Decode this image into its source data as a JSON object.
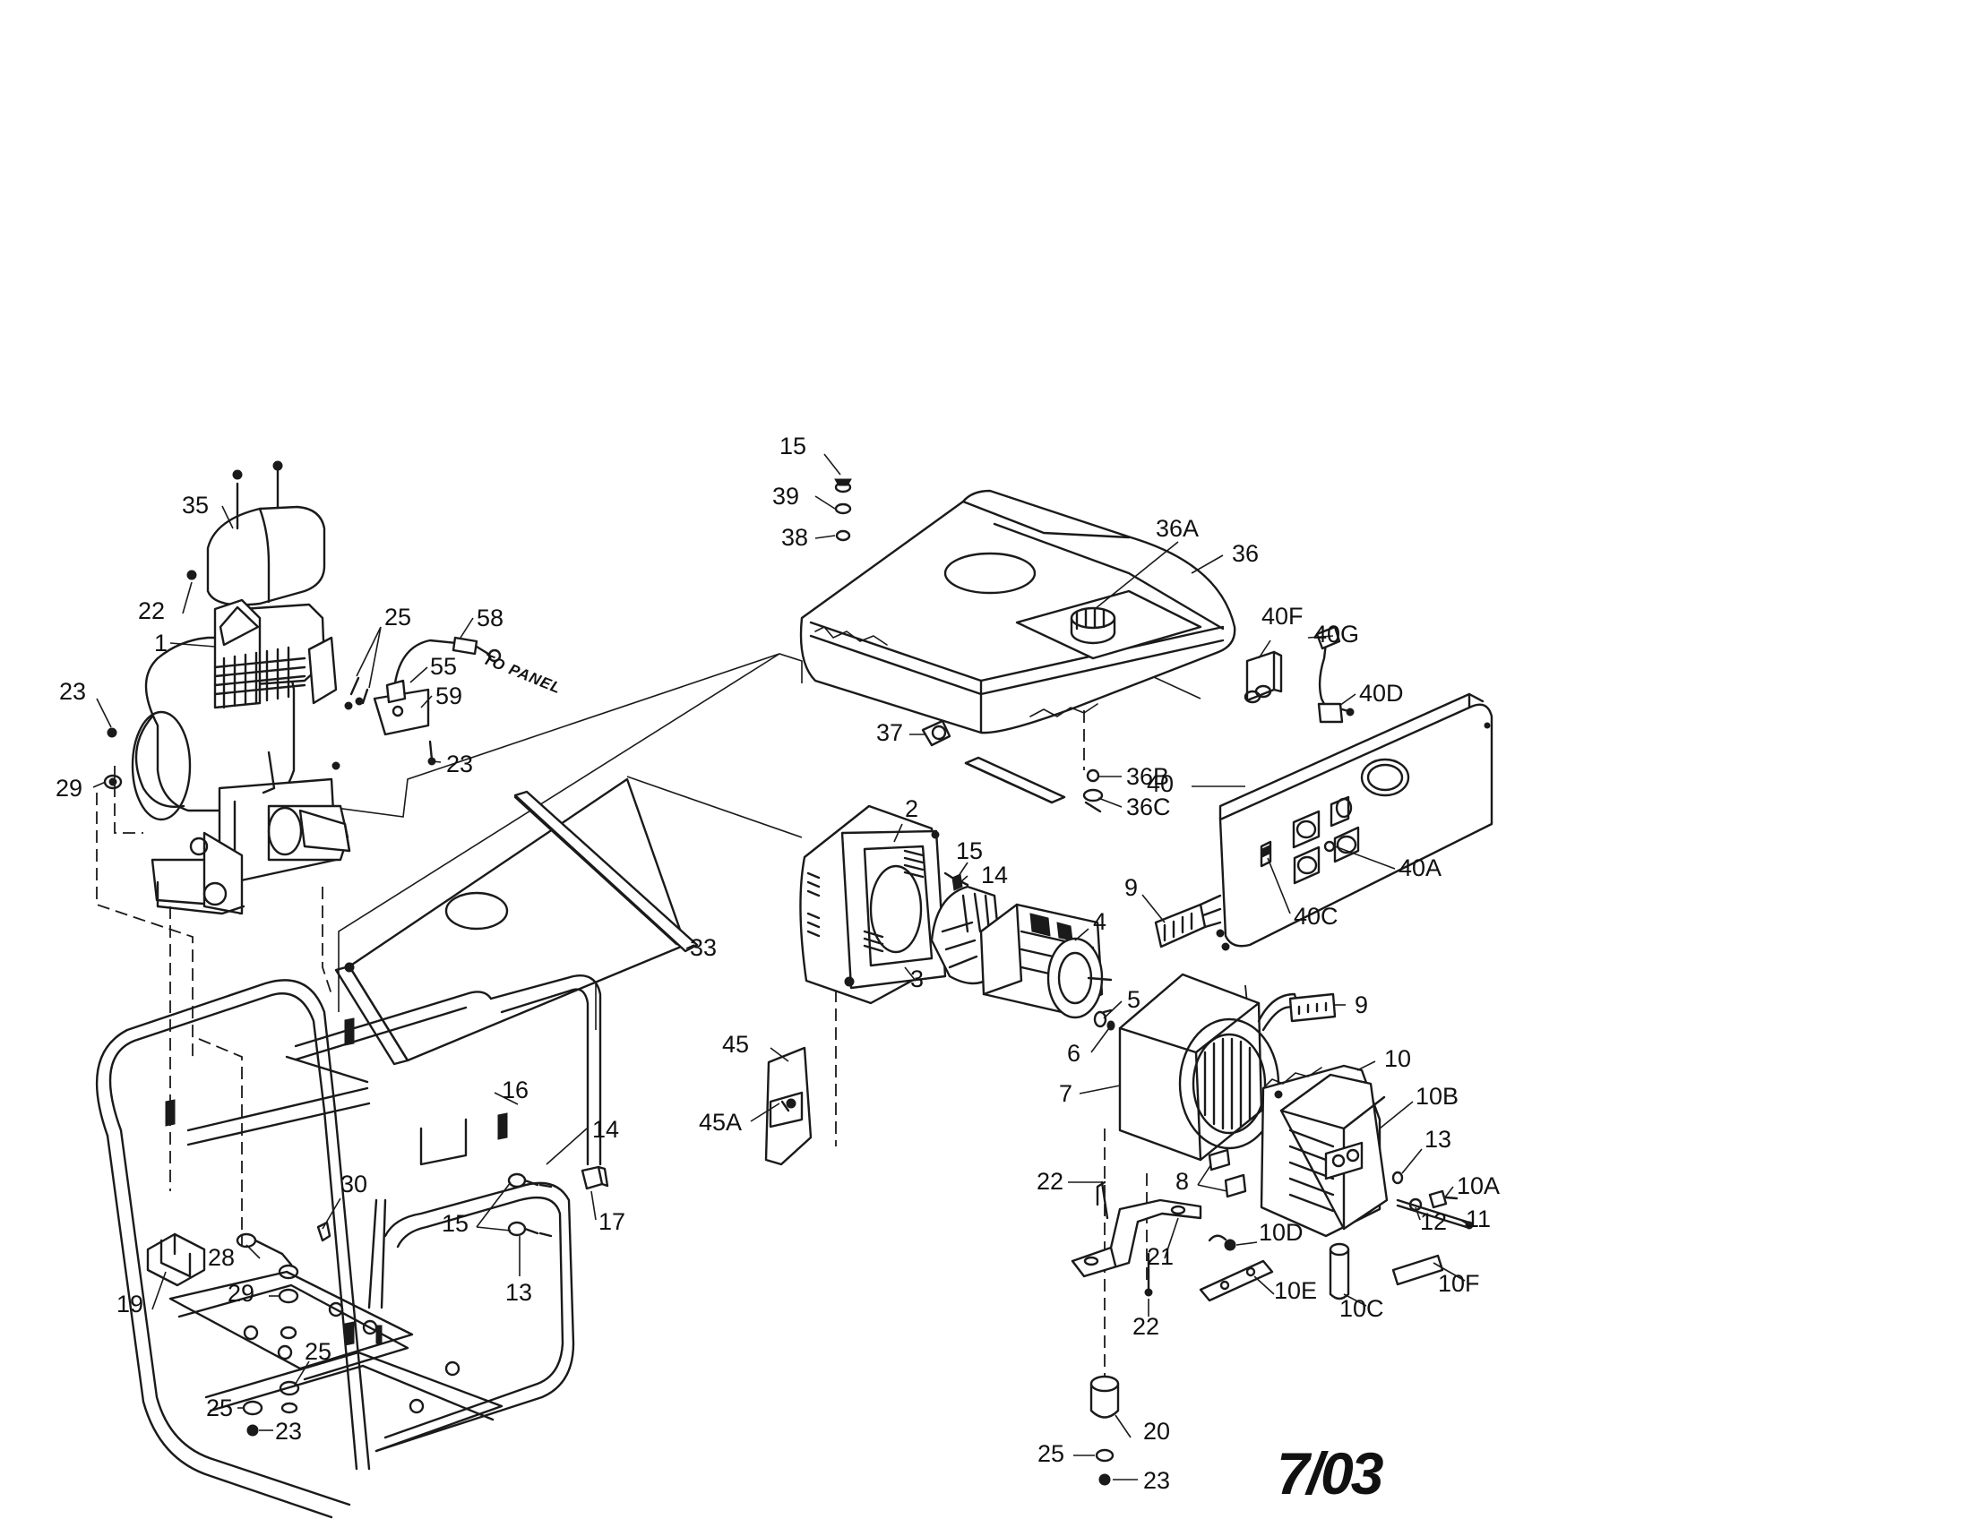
{
  "diagram": {
    "date_code": "7/03",
    "wire_note": "TO PANEL",
    "callouts": [
      {
        "id": "c-35",
        "text": "35"
      },
      {
        "id": "c-22a",
        "text": "22"
      },
      {
        "id": "c-1",
        "text": "1"
      },
      {
        "id": "c-23a",
        "text": "23"
      },
      {
        "id": "c-29a",
        "text": "29"
      },
      {
        "id": "c-25a",
        "text": "25"
      },
      {
        "id": "c-58",
        "text": "58"
      },
      {
        "id": "c-55",
        "text": "55"
      },
      {
        "id": "c-59",
        "text": "59"
      },
      {
        "id": "c-23b",
        "text": "23"
      },
      {
        "id": "c-15a",
        "text": "15"
      },
      {
        "id": "c-39",
        "text": "39"
      },
      {
        "id": "c-38",
        "text": "38"
      },
      {
        "id": "c-36a",
        "text": "36A"
      },
      {
        "id": "c-36",
        "text": "36"
      },
      {
        "id": "c-40f",
        "text": "40F"
      },
      {
        "id": "c-40g",
        "text": "40G"
      },
      {
        "id": "c-40d",
        "text": "40D"
      },
      {
        "id": "c-37",
        "text": "37"
      },
      {
        "id": "c-36b",
        "text": "36B"
      },
      {
        "id": "c-36c",
        "text": "36C"
      },
      {
        "id": "c-2",
        "text": "2"
      },
      {
        "id": "c-15b",
        "text": "15"
      },
      {
        "id": "c-14a",
        "text": "14"
      },
      {
        "id": "c-4",
        "text": "4"
      },
      {
        "id": "c-40",
        "text": "40"
      },
      {
        "id": "c-40a",
        "text": "40A"
      },
      {
        "id": "c-9a",
        "text": "9"
      },
      {
        "id": "c-40c",
        "text": "40C"
      },
      {
        "id": "c-33",
        "text": "33"
      },
      {
        "id": "c-3",
        "text": "3"
      },
      {
        "id": "c-5",
        "text": "5"
      },
      {
        "id": "c-6",
        "text": "6"
      },
      {
        "id": "c-9b",
        "text": "9"
      },
      {
        "id": "c-45",
        "text": "45"
      },
      {
        "id": "c-45a",
        "text": "45A"
      },
      {
        "id": "c-10",
        "text": "10"
      },
      {
        "id": "c-7",
        "text": "7"
      },
      {
        "id": "c-10b",
        "text": "10B"
      },
      {
        "id": "c-16",
        "text": "16"
      },
      {
        "id": "c-14b",
        "text": "14"
      },
      {
        "id": "c-13a",
        "text": "13"
      },
      {
        "id": "c-10a",
        "text": "10A"
      },
      {
        "id": "c-22b",
        "text": "22"
      },
      {
        "id": "c-8",
        "text": "8"
      },
      {
        "id": "c-12",
        "text": "12"
      },
      {
        "id": "c-11",
        "text": "11"
      },
      {
        "id": "c-30",
        "text": "30"
      },
      {
        "id": "c-15c",
        "text": "15"
      },
      {
        "id": "c-17",
        "text": "17"
      },
      {
        "id": "c-10d",
        "text": "10D"
      },
      {
        "id": "c-21",
        "text": "21"
      },
      {
        "id": "c-28",
        "text": "28"
      },
      {
        "id": "c-19",
        "text": "19"
      },
      {
        "id": "c-29b",
        "text": "29"
      },
      {
        "id": "c-13b",
        "text": "13"
      },
      {
        "id": "c-10e",
        "text": "10E"
      },
      {
        "id": "c-10f",
        "text": "10F"
      },
      {
        "id": "c-22c",
        "text": "22"
      },
      {
        "id": "c-10c",
        "text": "10C"
      },
      {
        "id": "c-25b",
        "text": "25"
      },
      {
        "id": "c-25c",
        "text": "25"
      },
      {
        "id": "c-23c",
        "text": "23"
      },
      {
        "id": "c-20",
        "text": "20"
      },
      {
        "id": "c-25d",
        "text": "25"
      },
      {
        "id": "c-23d",
        "text": "23"
      }
    ]
  }
}
